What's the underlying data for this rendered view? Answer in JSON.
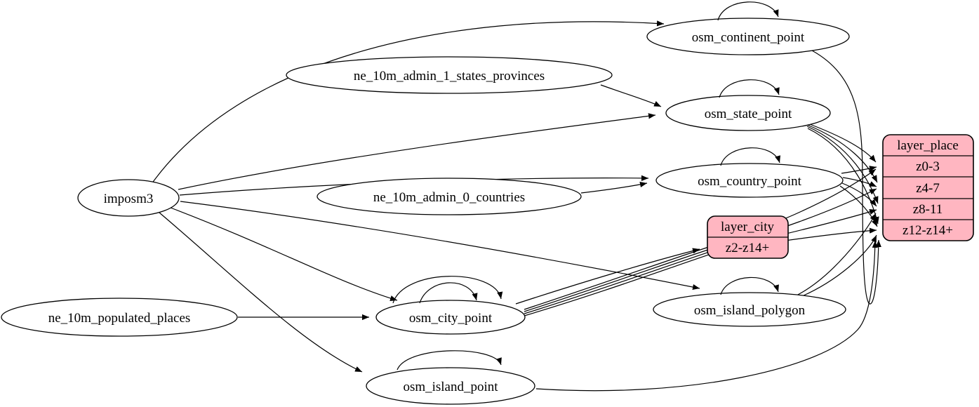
{
  "diagram": {
    "background": "#ffffff",
    "colors": {
      "layer_fill": "#ffb6c1",
      "node_fill": "#ffffff",
      "stroke": "#000000"
    },
    "nodes": {
      "imposm3": {
        "label": "imposm3"
      },
      "ne_admin1": {
        "label": "ne_10m_admin_1_states_provinces"
      },
      "ne_admin0": {
        "label": "ne_10m_admin_0_countries"
      },
      "ne_pop": {
        "label": "ne_10m_populated_places"
      },
      "continent": {
        "label": "osm_continent_point"
      },
      "state": {
        "label": "osm_state_point"
      },
      "country": {
        "label": "osm_country_point"
      },
      "city": {
        "label": "osm_city_point"
      },
      "island_polygon": {
        "label": "osm_island_polygon"
      },
      "island_point": {
        "label": "osm_island_point"
      },
      "layer_place": {
        "title": "layer_place",
        "rows": [
          "z0-3",
          "z4-7",
          "z8-11",
          "z12-z14+"
        ]
      },
      "layer_city": {
        "title": "layer_city",
        "rows": [
          "z2-z14+"
        ]
      }
    },
    "edges": [
      {
        "from": "imposm3",
        "to": "osm_continent_point"
      },
      {
        "from": "imposm3",
        "to": "osm_state_point"
      },
      {
        "from": "imposm3",
        "to": "osm_country_point"
      },
      {
        "from": "imposm3",
        "to": "osm_city_point"
      },
      {
        "from": "imposm3",
        "to": "osm_island_polygon"
      },
      {
        "from": "imposm3",
        "to": "osm_island_point"
      },
      {
        "from": "ne_10m_admin_1_states_provinces",
        "to": "osm_state_point"
      },
      {
        "from": "ne_10m_admin_0_countries",
        "to": "osm_country_point"
      },
      {
        "from": "ne_10m_populated_places",
        "to": "osm_city_point"
      },
      {
        "from": "osm_continent_point",
        "to": "osm_continent_point"
      },
      {
        "from": "osm_state_point",
        "to": "osm_state_point"
      },
      {
        "from": "osm_country_point",
        "to": "osm_country_point"
      },
      {
        "from": "osm_city_point",
        "to": "osm_city_point"
      },
      {
        "from": "osm_city_point",
        "to": "osm_city_point"
      },
      {
        "from": "osm_island_polygon",
        "to": "osm_island_polygon"
      },
      {
        "from": "osm_island_point",
        "to": "osm_island_point"
      },
      {
        "from": "osm_city_point",
        "to": "layer_city:z2-z14+"
      },
      {
        "from": "osm_continent_point",
        "to": "layer_place:z12-z14+"
      },
      {
        "from": "osm_country_point",
        "to": "layer_place:z0-3"
      },
      {
        "from": "osm_country_point",
        "to": "layer_place:z4-7"
      },
      {
        "from": "osm_country_point",
        "to": "layer_place:z8-11"
      },
      {
        "from": "osm_country_point",
        "to": "layer_place:z12-z14+"
      },
      {
        "from": "osm_state_point",
        "to": "layer_place:z0-3"
      },
      {
        "from": "osm_state_point",
        "to": "layer_place:z4-7"
      },
      {
        "from": "osm_state_point",
        "to": "layer_place:z8-11"
      },
      {
        "from": "osm_state_point",
        "to": "layer_place:z12-z14+"
      },
      {
        "from": "osm_city_point",
        "to": "layer_place:z0-3"
      },
      {
        "from": "osm_city_point",
        "to": "layer_place:z4-7"
      },
      {
        "from": "osm_city_point",
        "to": "layer_place:z8-11"
      },
      {
        "from": "osm_city_point",
        "to": "layer_place:z12-z14+"
      },
      {
        "from": "osm_island_polygon",
        "to": "layer_place:z8-11"
      },
      {
        "from": "osm_island_polygon",
        "to": "layer_place:z12-z14+"
      },
      {
        "from": "osm_island_point",
        "to": "layer_place:z12-z14+"
      }
    ]
  }
}
